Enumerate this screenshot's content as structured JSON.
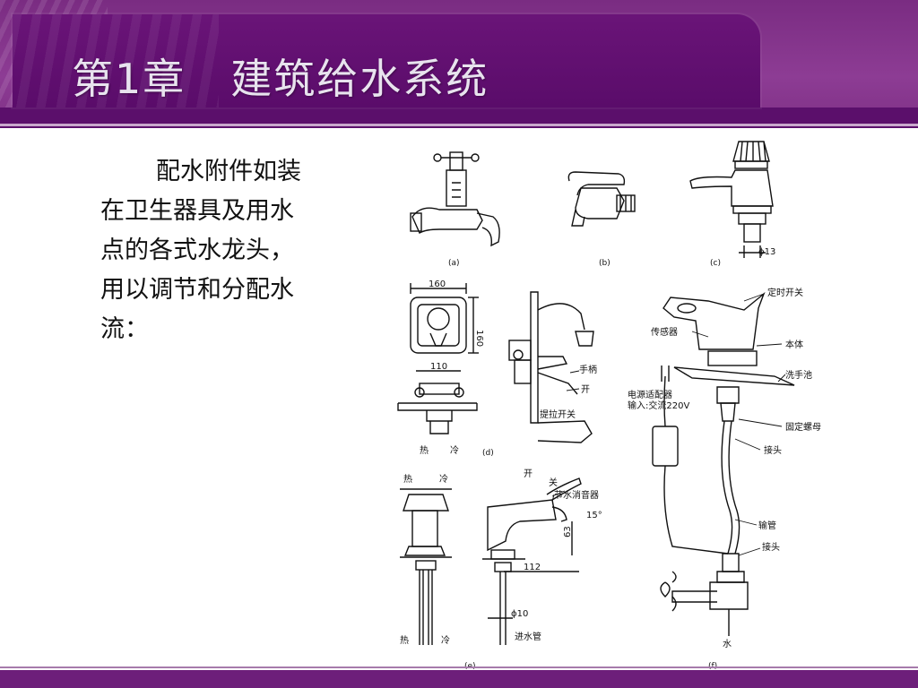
{
  "header": {
    "chapter": "第1章",
    "title": "建筑给水系统"
  },
  "body": {
    "heading": "配水附件",
    "text": "如装在卫生器具及用水点的各式水龙头，用以调节和分配水流："
  },
  "figure": {
    "captions": [
      "(a)",
      "(b)",
      "(c)",
      "(d)",
      "(e)",
      "(f)"
    ],
    "dims": {
      "c_dia": "ϕ13",
      "d_w": "160",
      "d_h": "160",
      "d_w2": "110",
      "e_h": "63",
      "e_w": "112",
      "e_dia": "ϕ10",
      "e_angle": "15°"
    },
    "labels_d": {
      "handle": "手柄",
      "open": "开",
      "pull_switch": "提拉开关",
      "hot": "热",
      "cold": "冷"
    },
    "labels_e": {
      "hot": "热",
      "cold": "冷",
      "open": "开",
      "close": "关",
      "aerator": "节水消音器",
      "inlet_pipe": "进水管"
    },
    "labels_f": {
      "timer_switch": "定时开关",
      "sensor": "传感器",
      "body": "本体",
      "basin": "洗手池",
      "adapter": "电源适配器",
      "input": "输入:交流220V",
      "nut": "固定螺母",
      "joint1": "接头",
      "hose": "输管",
      "joint2": "接头",
      "water": "水"
    }
  },
  "colors": {
    "header": "#7a2c82",
    "tab": "#5a0c6a",
    "footer": "#6d1f7a",
    "title_text": "#e8e3ee"
  }
}
